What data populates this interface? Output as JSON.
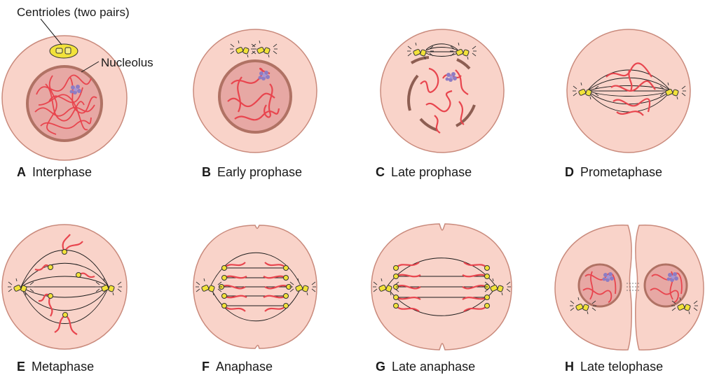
{
  "annotations": {
    "centrioles": "Centrioles (two pairs)",
    "nucleolus": "Nucleolus"
  },
  "panels": [
    {
      "letter": "A",
      "name": "Interphase"
    },
    {
      "letter": "B",
      "name": "Early prophase"
    },
    {
      "letter": "C",
      "name": "Late prophase"
    },
    {
      "letter": "D",
      "name": "Prometaphase"
    },
    {
      "letter": "E",
      "name": "Metaphase"
    },
    {
      "letter": "F",
      "name": "Anaphase"
    },
    {
      "letter": "G",
      "name": "Late anaphase"
    },
    {
      "letter": "H",
      "name": "Late telophase"
    }
  ],
  "colors": {
    "cytoplasm": "#f9d3c9",
    "cell_edge": "#c98a7c",
    "nucleus": "#e7a8a4",
    "nuclear_envelope": "#b07264",
    "chromatin": "#e8454e",
    "nucleolus": "#8e7cc3",
    "centriole": "#f2e23a",
    "spindle": "#1a1a1a"
  }
}
